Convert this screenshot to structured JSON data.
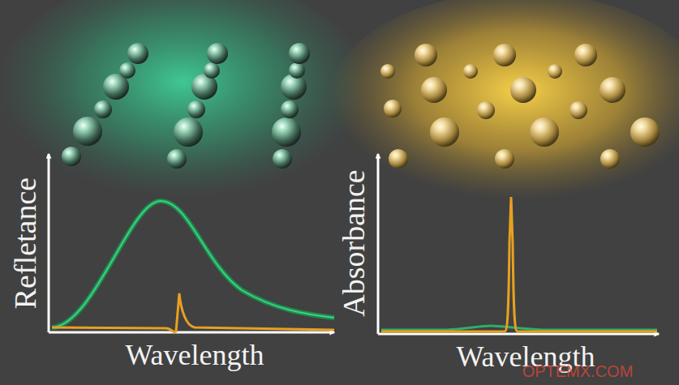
{
  "diagram": {
    "labels": [
      "Refletance",
      "Wavelength",
      "Absorbance",
      "Wavelength",
      "OPTEMX.COM"
    ]
  }
}
